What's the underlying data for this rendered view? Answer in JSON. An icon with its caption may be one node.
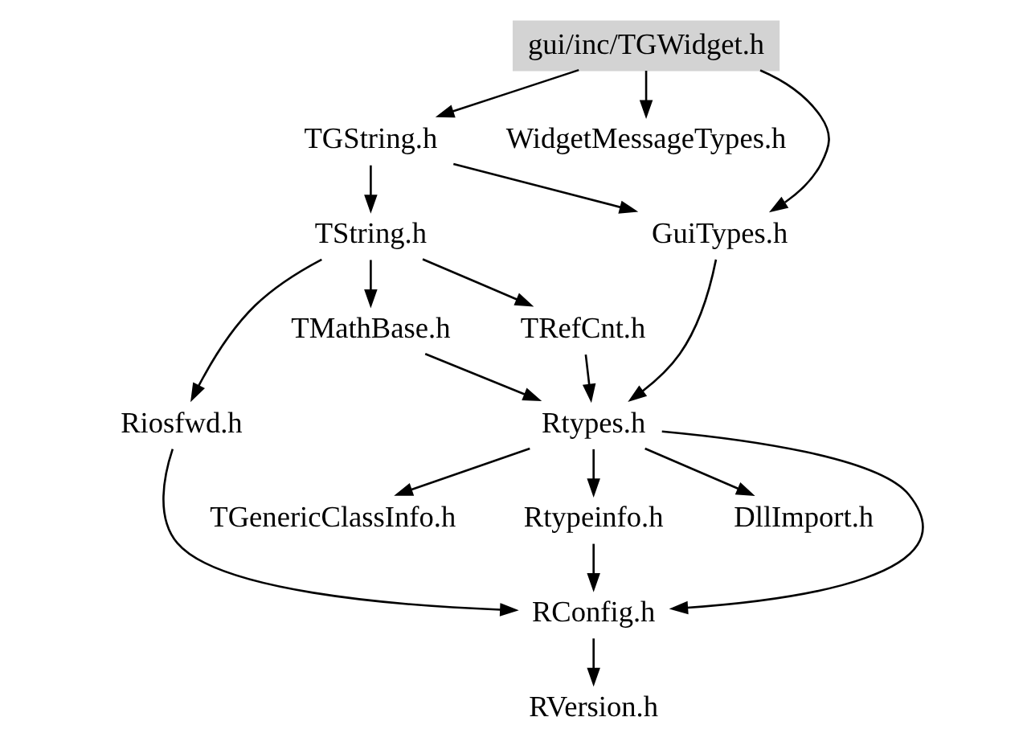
{
  "diagram": {
    "nodes": [
      {
        "text": [
          "gui/inc/TGWidget.h"
        ]
      },
      {
        "text": [
          "TGString.h"
        ]
      },
      {
        "text": [
          "WidgetMessageTypes.h"
        ]
      },
      {
        "text": [
          "GuiTypes.h"
        ]
      },
      {
        "text": [
          "TString.h"
        ]
      },
      {
        "text": [
          "TRefCnt.h"
        ]
      },
      {
        "text": [
          "TMathBase.h"
        ]
      },
      {
        "text": [
          "Rtypes.h"
        ]
      },
      {
        "text": [
          "Riosfwd.h"
        ]
      },
      {
        "text": [
          "DllImport.h"
        ]
      },
      {
        "text": [
          "Rtypeinfo.h"
        ]
      },
      {
        "text": [
          "TGenericClassInfo.h"
        ]
      },
      {
        "text": [
          "RConfig.h"
        ]
      },
      {
        "text": [
          "RVersion.h"
        ]
      }
    ],
    "edges": [
      {
        "from": 0,
        "to": 3,
        "arrow": "to"
      },
      {
        "from": 0,
        "to": 1,
        "arrow": "to"
      },
      {
        "from": 0,
        "to": 2,
        "arrow": "to"
      },
      {
        "from": 1,
        "to": 3,
        "arrow": "to"
      },
      {
        "from": 1,
        "to": 4,
        "arrow": "to"
      },
      {
        "from": 3,
        "to": 7,
        "arrow": "to"
      },
      {
        "from": 4,
        "to": 5,
        "arrow": "to"
      },
      {
        "from": 4,
        "to": 6,
        "arrow": "to"
      },
      {
        "from": 4,
        "to": 8,
        "arrow": "to"
      },
      {
        "from": 5,
        "to": 7,
        "arrow": "to"
      },
      {
        "from": 6,
        "to": 7,
        "arrow": "to"
      },
      {
        "from": 7,
        "to": 9,
        "arrow": "to"
      },
      {
        "from": 7,
        "to": 10,
        "arrow": "to"
      },
      {
        "from": 7,
        "to": 11,
        "arrow": "to"
      },
      {
        "from": 7,
        "to": 12,
        "arrow": "to"
      },
      {
        "from": 10,
        "to": 12,
        "arrow": "to"
      },
      {
        "from": 8,
        "to": 12,
        "arrow": "to"
      },
      {
        "from": 12,
        "to": 13,
        "arrow": "to"
      }
    ]
  }
}
